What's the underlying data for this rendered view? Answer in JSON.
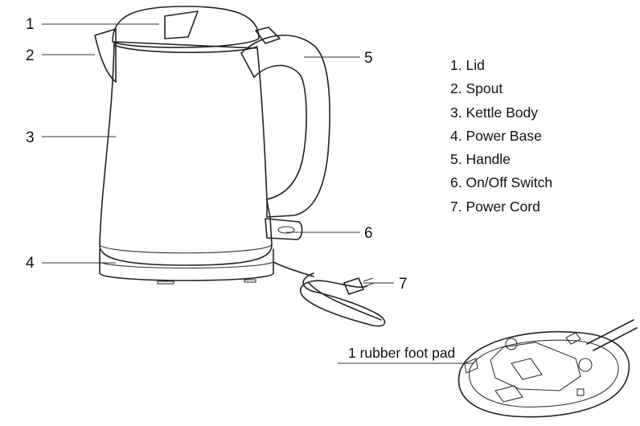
{
  "callouts": [
    {
      "num": "1",
      "part": "lid"
    },
    {
      "num": "2",
      "part": "spout"
    },
    {
      "num": "3",
      "part": "kettle-body"
    },
    {
      "num": "4",
      "part": "power-base"
    },
    {
      "num": "5",
      "part": "handle"
    },
    {
      "num": "6",
      "part": "on-off-switch"
    },
    {
      "num": "7",
      "part": "power-cord"
    }
  ],
  "legend": [
    "1. Lid",
    "2. Spout",
    "3. Kettle Body",
    "4. Power Base",
    "5. Handle",
    "6. On/Off Switch",
    "7. Power Cord"
  ],
  "base_detail": {
    "label": "1 rubber foot pad"
  }
}
